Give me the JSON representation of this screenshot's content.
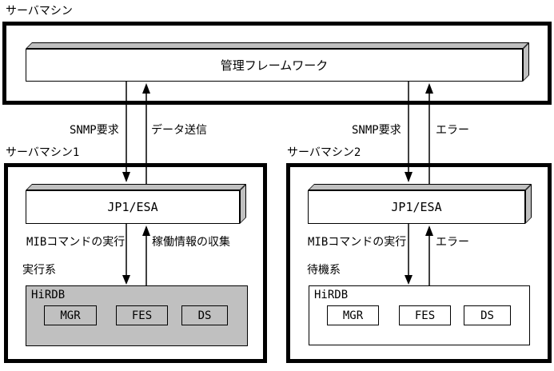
{
  "top_section": {
    "machine_label": "サーバマシン",
    "framework_label": "管理フレームワーク",
    "left_request_label": "SNMP要求",
    "left_response_label": "データ送信",
    "right_request_label": "SNMP要求",
    "right_response_label": "エラー"
  },
  "server1": {
    "machine_label": "サーバマシン1",
    "agent_label": "JP1/ESA",
    "down_label": "MIBコマンドの実行",
    "up_label": "稼働情報の収集",
    "mode_label": "実行系",
    "db_label": "HiRDB",
    "units": [
      "MGR",
      "FES",
      "DS"
    ]
  },
  "server2": {
    "machine_label": "サーバマシン2",
    "agent_label": "JP1/ESA",
    "down_label": "MIBコマンドの実行",
    "up_label": "エラー",
    "mode_label": "待機系",
    "db_label": "HiRDB",
    "units": [
      "MGR",
      "FES",
      "DS"
    ]
  },
  "colors": {
    "face_gray": "#c0c0c0",
    "active_db_fill": "#c0c0c0",
    "standby_db_fill": "#ffffff",
    "line_black": "#000000"
  }
}
